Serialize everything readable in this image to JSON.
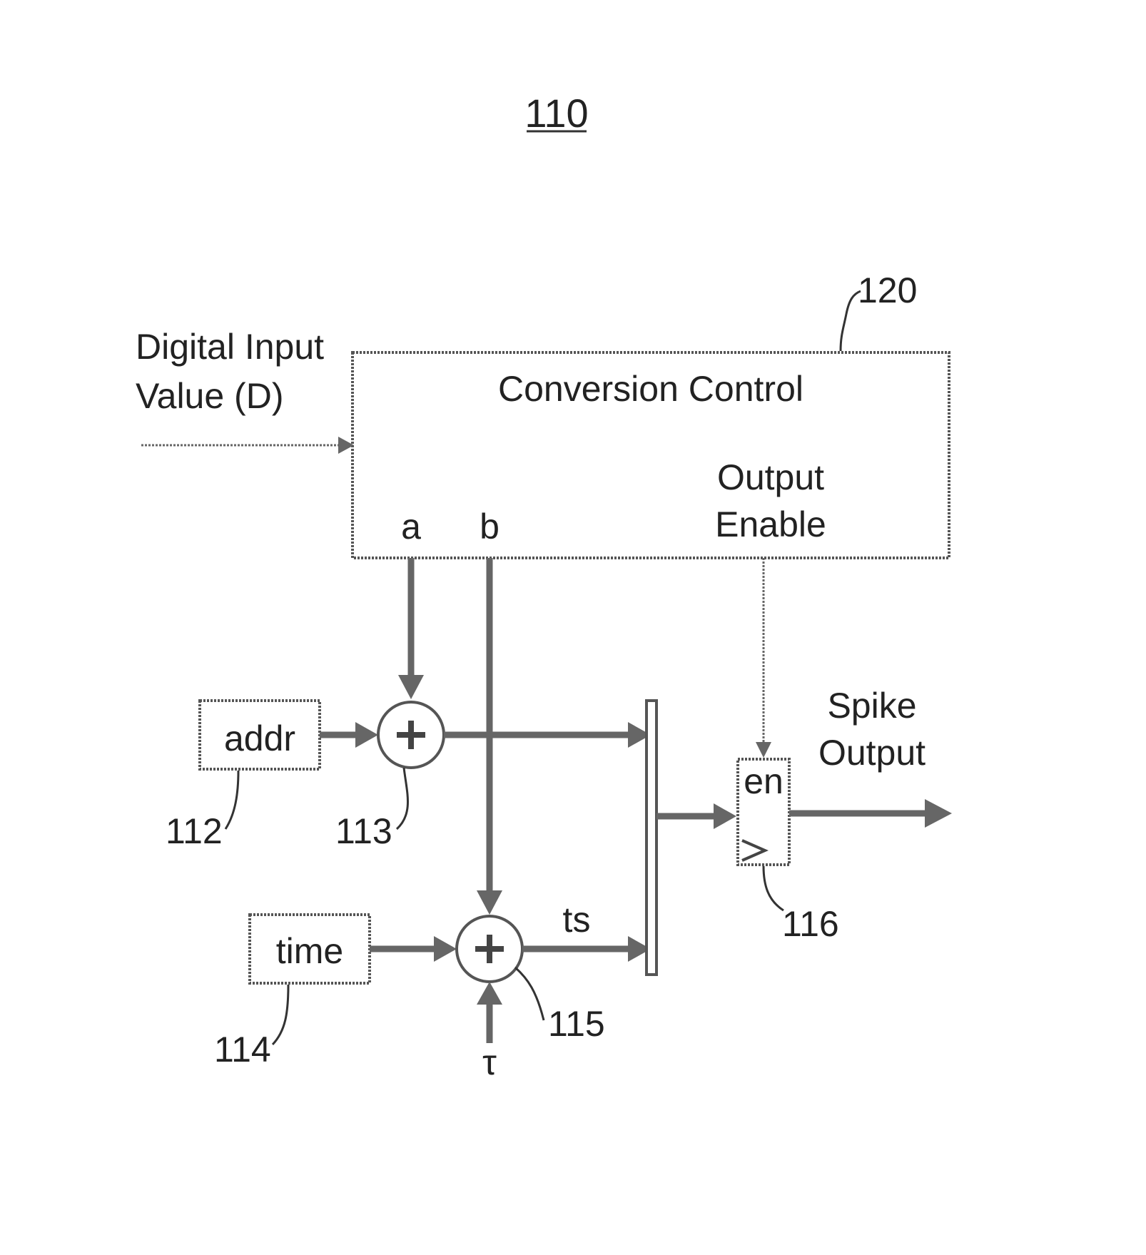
{
  "figure": {
    "title": "110"
  },
  "inputs": {
    "digital_input_line1": "Digital Input",
    "digital_input_line2": "Value (D)",
    "tau": "τ"
  },
  "conversion_control": {
    "title": "Conversion Control",
    "port_a": "a",
    "port_b": "b",
    "output_enable_line1": "Output",
    "output_enable_line2": "Enable",
    "ref": "120"
  },
  "addr_register": {
    "label": "addr",
    "ref": "112"
  },
  "adder_a": {
    "symbol": "+",
    "ref": "113"
  },
  "time_register": {
    "label": "time",
    "ref": "114"
  },
  "adder_b": {
    "symbol": "+",
    "ref": "115",
    "output_label": "ts"
  },
  "output_register": {
    "enable_label": "en",
    "clock_symbol": ">",
    "ref": "116"
  },
  "output": {
    "line1": "Spike",
    "line2": "Output"
  }
}
